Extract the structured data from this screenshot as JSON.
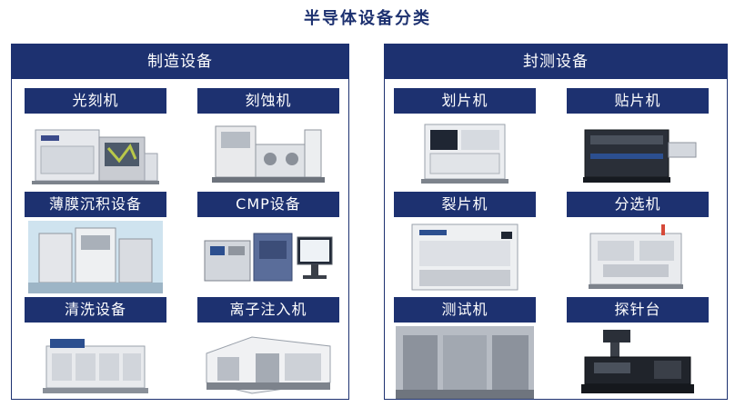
{
  "title": "半导体设备分类",
  "colors": {
    "navy": "#1d3170",
    "white": "#ffffff"
  },
  "manufacturing": {
    "header": "制造设备",
    "items": [
      {
        "label": "光刻机",
        "icon": "lithography-machine-icon"
      },
      {
        "label": "刻蚀机",
        "icon": "etching-machine-icon"
      },
      {
        "label": "薄膜沉积设备",
        "icon": "deposition-equipment-icon"
      },
      {
        "label": "CMP设备",
        "icon": "cmp-equipment-icon"
      },
      {
        "label": "清洗设备",
        "icon": "cleaning-equipment-icon"
      },
      {
        "label": "离子注入机",
        "icon": "ion-implanter-icon"
      }
    ]
  },
  "packaging_testing": {
    "header": "封测设备",
    "items": [
      {
        "label": "划片机",
        "icon": "dicing-saw-icon"
      },
      {
        "label": "贴片机",
        "icon": "pick-and-place-icon"
      },
      {
        "label": "裂片机",
        "icon": "die-breaker-icon"
      },
      {
        "label": "分选机",
        "icon": "sorter-icon"
      },
      {
        "label": "测试机",
        "icon": "tester-icon"
      },
      {
        "label": "探针台",
        "icon": "probe-station-icon"
      }
    ]
  }
}
